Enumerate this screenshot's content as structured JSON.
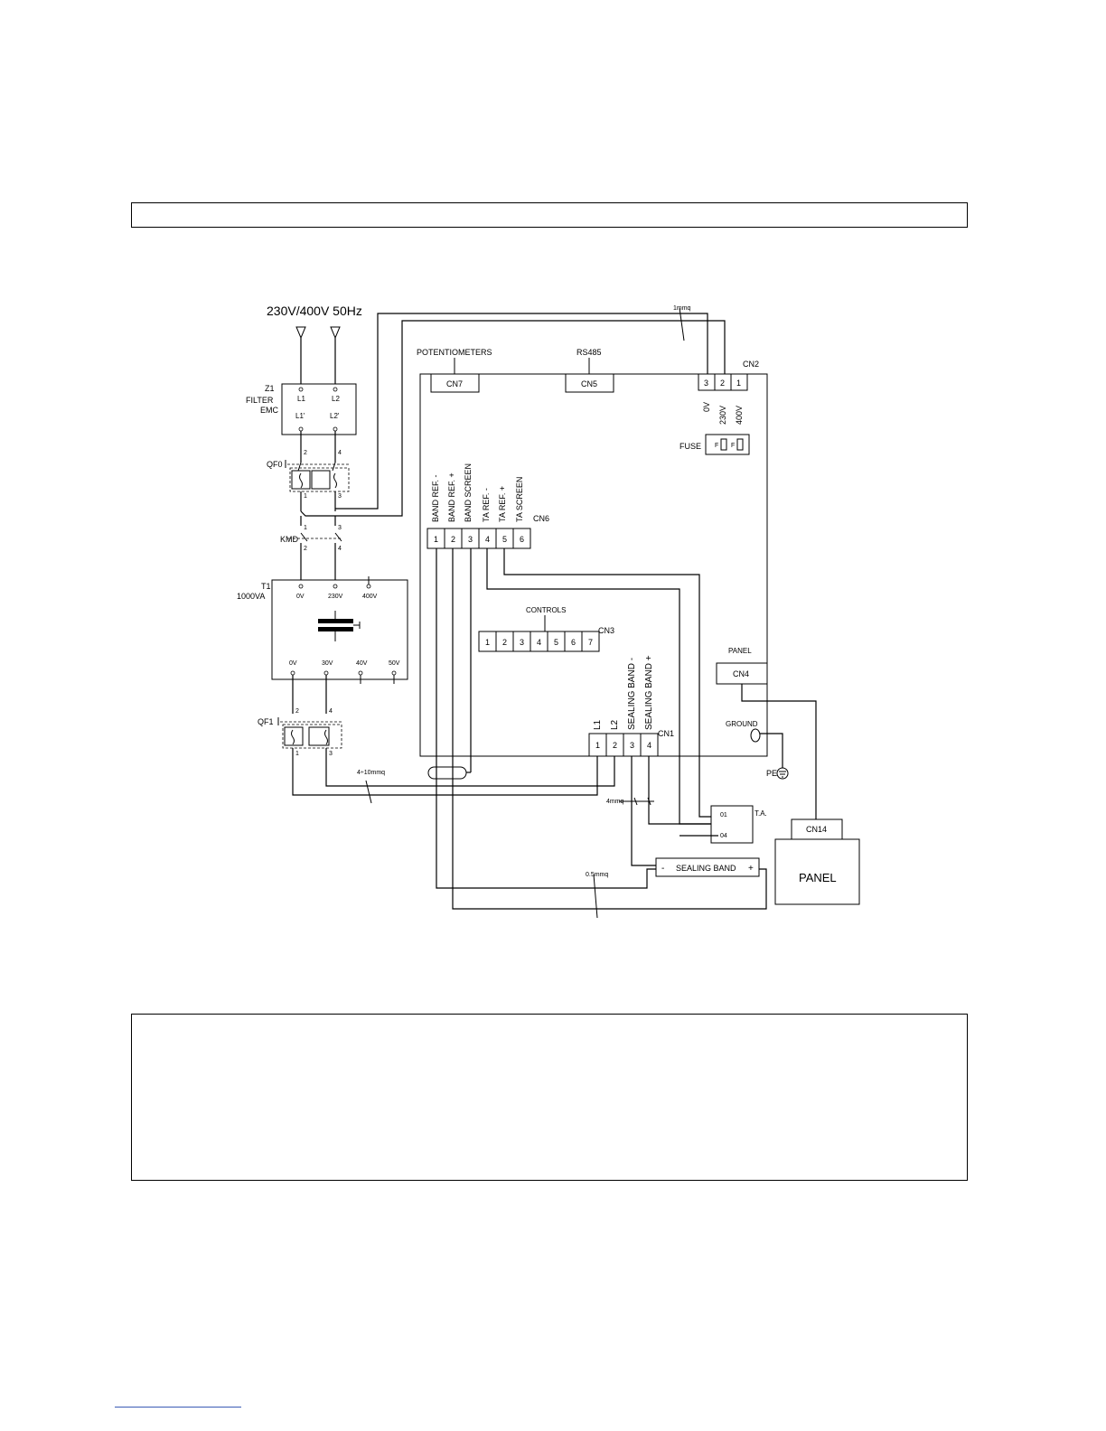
{
  "diagram": {
    "supply": "230V/400V 50Hz",
    "filter": {
      "id": "Z1",
      "line1": "FILTER",
      "line2": "EMC",
      "in1": "L1",
      "in2": "L2",
      "out1": "L1'",
      "out2": "L2'"
    },
    "qf0": {
      "id": "QF0",
      "t_top1": "2",
      "t_top2": "4",
      "t_bot1": "1",
      "t_bot2": "3"
    },
    "kmd": {
      "id": "KMD",
      "t_top1": "1",
      "t_top2": "3",
      "t_bot1": "2",
      "t_bot2": "4"
    },
    "transformer": {
      "id": "T1",
      "rating": "1000VA",
      "primary": [
        "0V",
        "230V",
        "400V"
      ],
      "secondary": [
        "0V",
        "30V",
        "40V",
        "50V"
      ]
    },
    "qf1": {
      "id": "QF1",
      "t_top1": "2",
      "t_top2": "4",
      "t_bot1": "1",
      "t_bot2": "3"
    },
    "board": {
      "potentiometers": "POTENTIOMETERS",
      "cn7": "CN7",
      "rs485": "RS485",
      "cn5": "CN5",
      "cn2": {
        "id": "CN2",
        "pins": [
          "3",
          "2",
          "1"
        ],
        "labels": [
          "0V",
          "230V",
          "400V"
        ]
      },
      "fuse": {
        "label": "FUSE",
        "f1": "F",
        "f2": "F"
      },
      "cn6": {
        "id": "CN6",
        "pins": [
          "1",
          "2",
          "3",
          "4",
          "5",
          "6"
        ],
        "labels": [
          "BAND REF. -",
          "BAND REF. +",
          "BAND SCREEN",
          "TA REF. -",
          "TA REF. +",
          "TA SCREEN"
        ]
      },
      "controls": "CONTROLS",
      "cn3": {
        "id": "CN3",
        "pins": [
          "1",
          "2",
          "3",
          "4",
          "5",
          "6",
          "7"
        ]
      },
      "panel_label": "PANEL",
      "cn4": "CN4",
      "ground": "GROUND",
      "cn1": {
        "id": "CN1",
        "pins": [
          "1",
          "2",
          "3",
          "4"
        ],
        "labels": [
          "L1",
          "L2",
          "SEALING BAND -",
          "SEALING BAND +"
        ]
      }
    },
    "pe": "PE",
    "wire_1mmq": "1mmq",
    "wire_4_10mmq": "4÷10mmq",
    "wire_4mmq": "4mmq",
    "wire_05mmq": "0.5mmq",
    "ta": {
      "label": "T.A.",
      "p1": "01",
      "p2": "04"
    },
    "sealing_band": {
      "minus": "-",
      "label": "SEALING BAND",
      "plus": "+"
    },
    "cn14": "CN14",
    "panel": "PANEL"
  }
}
